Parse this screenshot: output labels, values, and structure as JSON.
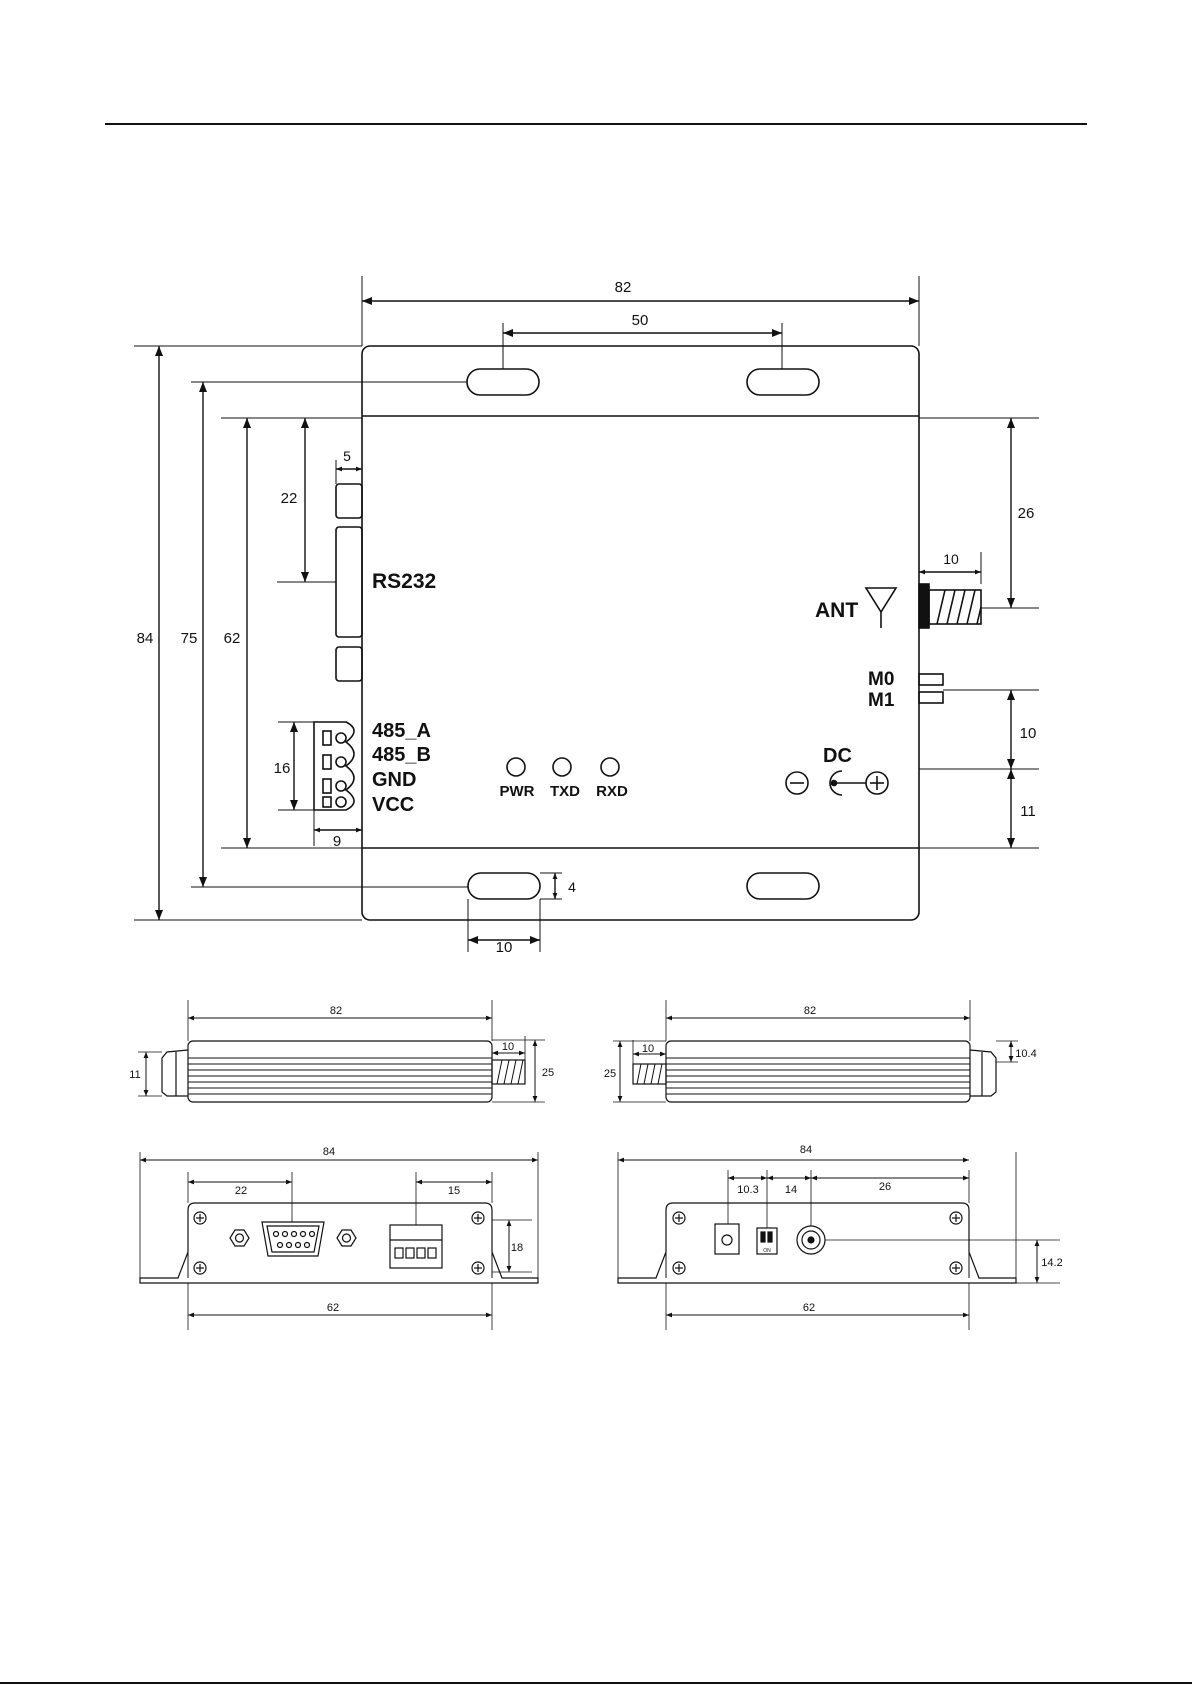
{
  "top_view": {
    "dims": {
      "overall_width": "82",
      "hole_spacing": "50",
      "overall_height": "84",
      "hole_pitch_v": "75",
      "body_height": "62",
      "rs232_offset": "22",
      "side_notch": "5",
      "ant_offset": "26",
      "ant_length": "10",
      "m_offset": "10",
      "dc_offset": "11",
      "terminal_height": "16",
      "terminal_width": "9",
      "slot_height": "4",
      "slot_width": "10"
    },
    "labels": {
      "rs232": "RS232",
      "ant": "ANT",
      "m0": "M0",
      "m1": "M1",
      "a485": "485_A",
      "b485": "485_B",
      "gnd": "GND",
      "vcc": "VCC",
      "dc": "DC",
      "pwr": "PWR",
      "txd": "TXD",
      "rxd": "RXD"
    }
  },
  "side_view_left": {
    "width": "82",
    "ant": "10",
    "height": "25",
    "stub": "11"
  },
  "side_view_right": {
    "width": "82",
    "ant": "10",
    "height": "25",
    "stub": "10.4"
  },
  "end_view_left": {
    "overall": "84",
    "db9_offset": "22",
    "terminal_width": "15",
    "height": "18",
    "body": "62"
  },
  "end_view_right": {
    "overall": "84",
    "dc_width": "10.3",
    "switch_width": "14",
    "sma_offset": "26",
    "height": "14.2",
    "body": "62"
  },
  "switch_mark": "ON"
}
